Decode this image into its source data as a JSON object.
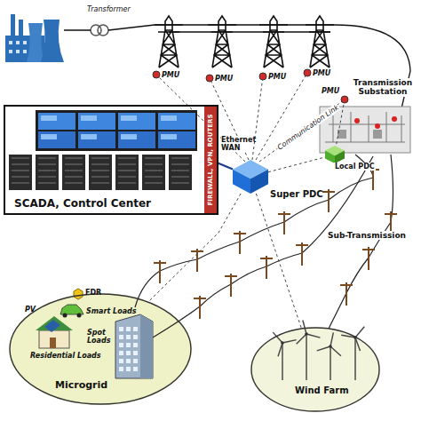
{
  "diagram": {
    "nodes": [
      {
        "text": [
          "SCADA, Control Center"
        ]
      },
      {
        "text": [
          "FIREWALL, VPN, ROUTERS"
        ],
        "in": 0
      },
      {
        "text": [
          "Super PDC"
        ]
      },
      {
        "text": [
          "Local PDC"
        ]
      },
      {
        "text": [
          "Microgrid"
        ]
      },
      {
        "text": [
          "Wind Farm"
        ]
      }
    ],
    "edges": [
      {
        "from": 2,
        "to": 1,
        "arrow": "none",
        "label": "Ethernet WAN"
      },
      {
        "from": 2,
        "to": 3,
        "arrow": "none"
      },
      {
        "from": 2,
        "to": 4,
        "arrow": "none"
      },
      {
        "from": 2,
        "to": 5,
        "arrow": "none"
      }
    ],
    "labels": [
      "Transformer",
      "PMU",
      "PMU",
      "PMU",
      "PMU",
      "Transmission Substation",
      "PMU",
      "Communication Link",
      "Sub-Transmission",
      "FDR",
      "PV",
      "Smart Loads",
      "Residential Loads",
      "Spot Loads"
    ]
  }
}
